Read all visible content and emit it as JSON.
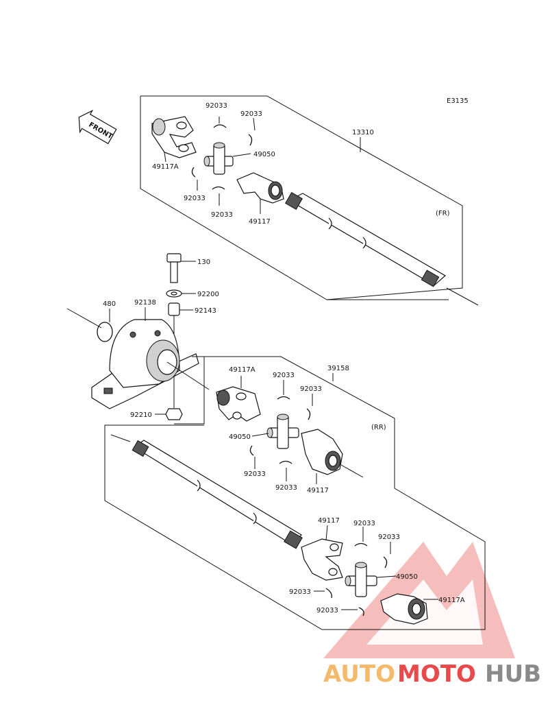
{
  "diagram_code": "E3135",
  "front_label": "FRONT",
  "front_section": {
    "tag": "(FR)",
    "labels": {
      "shaft": "13310",
      "clip_1": "92033",
      "clip_2": "92033",
      "clip_3": "92033",
      "clip_4": "92033",
      "yoke_a": "49117A",
      "yoke": "49117",
      "spider": "49050"
    }
  },
  "bearing_group": {
    "labels": {
      "bolt": "130",
      "washer": "92200",
      "collar": "92143",
      "circlip": "480",
      "bearing": "92138",
      "nut": "92210"
    }
  },
  "rear_section": {
    "tag": "(RR)",
    "labels": {
      "shaft": "39158",
      "yoke_a_upper": "49117A",
      "clip_u1": "92033",
      "clip_u2": "92033",
      "spider_upper": "49050",
      "clip_u3": "92033",
      "clip_u4": "92033",
      "yoke_upper": "49117",
      "yoke_lower": "49117",
      "clip_l1": "92033",
      "clip_l2": "92033",
      "spider_lower": "49050",
      "clip_l3": "92033",
      "clip_l4": "92033",
      "yoke_a_lower": "49117A"
    }
  },
  "watermark": {
    "part1": "AUTO",
    "part2": "MOTO",
    "part3": "HUB",
    "color_orange": "#f5b96b",
    "color_red": "#e8494b",
    "color_gray": "#8a8a8a"
  }
}
